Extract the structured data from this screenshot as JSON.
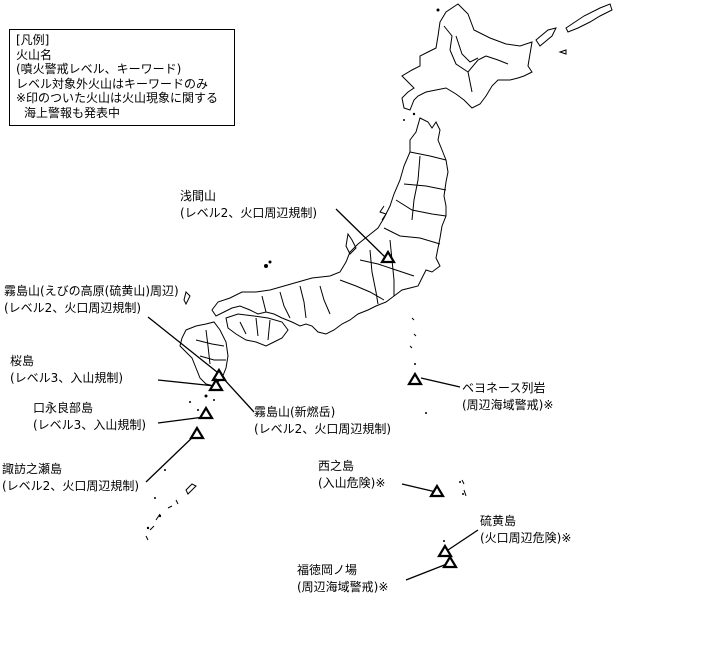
{
  "legend": {
    "title": "[凡例]",
    "line1": "火山名",
    "line2": "(噴火警戒レベル、キーワード)",
    "line3": "レベル対象外火山はキーワードのみ",
    "line4": "※印のついた火山は火山現象に関する",
    "line5": "海上警報も発表中"
  },
  "volcanoes": [
    {
      "name": "浅間山",
      "status": "(レベル2、火口周辺規制)"
    },
    {
      "name": "霧島山(えびの高原(硫黄山)周辺)",
      "status": "(レベル2、火口周辺規制)"
    },
    {
      "name": "桜島",
      "status": "(レベル3、入山規制)"
    },
    {
      "name": "口永良部島",
      "status": "(レベル3、入山規制)"
    },
    {
      "name": "諏訪之瀬島",
      "status": "(レベル2、火口周辺規制)"
    },
    {
      "name": "霧島山(新燃岳)",
      "status": "(レベル2、火口周辺規制)"
    },
    {
      "name": "ベヨネース列岩",
      "status": "(周辺海域警戒)※"
    },
    {
      "name": "西之島",
      "status": "(入山危険)※"
    },
    {
      "name": "硫黄島",
      "status": "(火口周辺危険)※"
    },
    {
      "name": "福徳岡ノ場",
      "status": "(周辺海域警戒)※"
    }
  ]
}
